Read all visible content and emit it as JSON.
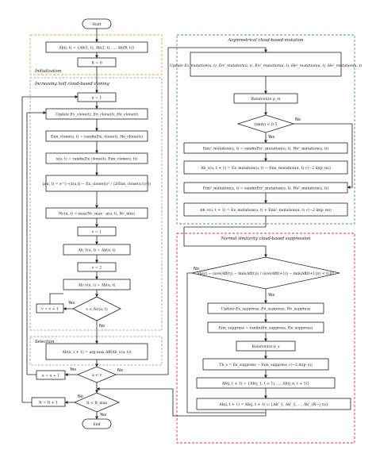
{
  "groups": {
    "initialization": "Initialization",
    "cloning": "Increasing half cloud-based cloning",
    "selection": "Selection",
    "mutation": "Asymmetrical cloud-based mutation",
    "suppression": "Normal similarity cloud-based suppression"
  },
  "nodes": {
    "start": "Start",
    "init_ab": "Ab(i, t) = {Ab(1, t), Ab(2, t), ..., Ab(N, t)}",
    "t0": "It = 0",
    "u1": "u = 1",
    "update_clone": "Update Ex_clone(t), En_clone(t), He_clone(t)",
    "enn_clone": "Enn_clone(u, t) = randn(En_clone(t), He_clone(t))",
    "x_ut": "x(u, t) = randn(Ex_clone(t), Enn_clone(u, t))",
    "mu_ut": "μ(u, t) = e^(−(x(u,t) − Ex_clone(t))² / (2(Enn_clone(u,t))²))",
    "nc_ut": "Nc(u, t) = max(Nc_max · μ(u, t), Nc_min)",
    "v1": "v = 1",
    "ab1": "Ab_1(u, t) = Ab(u, t)",
    "v2": "v = 2",
    "abv": "Ab_v(u, t) = Ab(u, t)",
    "v_inc": "v = v + 1",
    "v_check": "v < Nc(u, t)",
    "select": "Ab(u, t + 1) = arg max Aff(Ab_v(u, t))",
    "u_inc": "u = u + 1",
    "u_check": "u < v",
    "it_inc": "It = It + 1",
    "it_check": "It < It_max",
    "end": "End",
    "update_mut": "Update Ex_mutation(u, t), En¹_mutation(u, t), En²_mutation(u, t), He¹_mutation(u, t), He²_mutation(u, t)",
    "randomize_pm": "Randomize p_m",
    "rand_check": "rand() < 0.5",
    "enn1": "Enn¹_mutation(u, t) = randn(En¹_mutation(u, t), He¹_mutation(u, t))",
    "abv_mut1": "Ab_v(u, t + 1) = Ex_mutation(u, t) − Enn_mutation(u, t) √(−2 ln(p_m))",
    "enn2": "Enn²_mutation(u, t) = randn(En²_mutation(u, t), He²_mutation(u, t))",
    "abv_mut2": "Ab_v(u, t + 1) = Ex_mutation(u, t) + Enn²_mutation(u, t) √(−2 ln(p_m))",
    "sup_check": "abs(1 − (ave(Aff(t)) − min(Aff(t))) / (ave(Aff(t+1)) − min(Aff(t+1)))) < 0.01",
    "update_sup": "Update Ex_suppress, En_suppress, He_suppress",
    "enn_sup": "Enn_suppress = randn(En_suppress, He_suppress)",
    "randomize_ps": "Randomize p_s",
    "th": "Th_s = Ex_suppress − Enn_suppress √(−2 ln(p_s))",
    "ab_j": "Ab(j, t + 1) = {Ab(j_1, t + 1), ..., Ab(j_n, t + 1)}",
    "ab_final": "Ab(i, t + 1) = Ab(j, t + 1) ∪ {Ab'_1, Ab'_2, ..., Ab'_(N−j_n)}"
  },
  "edge_labels": {
    "yes": "Yes",
    "no": "No"
  }
}
